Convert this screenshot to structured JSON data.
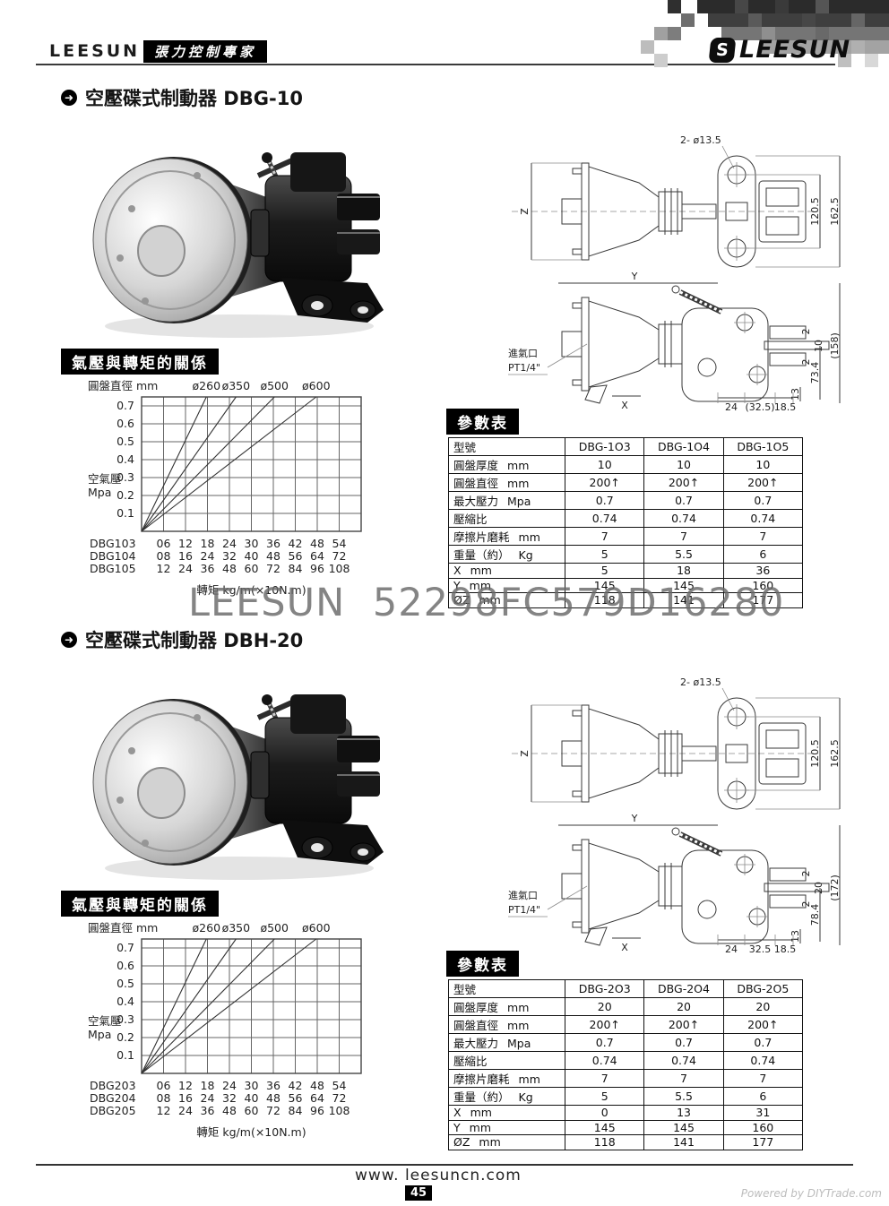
{
  "header": {
    "brand": "LEESUN",
    "tagline": "張力控制專家",
    "logo_icon": "S",
    "logo_text": "LEESUN"
  },
  "watermark": {
    "text": "LEESUN  52298FC579D16280"
  },
  "colors": {
    "ink": "#000000",
    "label_bg": "#000000",
    "label_fg": "#ffffff",
    "watermark": "#696969",
    "powered": "#bcbcbc"
  },
  "sections": [
    {
      "title": "空壓碟式制動器 DBG-10",
      "relation_label": "氣壓與轉矩的關係",
      "param_label": "參數表",
      "drawing": {
        "hole": "2- ø13.5",
        "z": "Z",
        "y": "Y",
        "x": "X",
        "pitch": "120.5",
        "height": "162.5",
        "inlet_line1": "進氣口",
        "inlet_line2": "PT1/4\"",
        "pad1": "2",
        "disc": "10",
        "pad2": "2",
        "overall": "(158)",
        "center_h": "73.4",
        "foot": "13",
        "b1": "24",
        "b2": "(32.5)",
        "b3": "18.5"
      },
      "table": {
        "model_header": "型號",
        "models": [
          "DBG-1O3",
          "DBG-1O4",
          "DBG-1O5"
        ],
        "rows": [
          {
            "label": "圓盤厚度",
            "unit": "mm",
            "values": [
              "10",
              "10",
              "10"
            ]
          },
          {
            "label": "圓盤直徑",
            "unit": "mm",
            "values": [
              "200↑",
              "200↑",
              "200↑"
            ]
          },
          {
            "label": "最大壓力",
            "unit": "Mpa",
            "values": [
              "0.7",
              "0.7",
              "0.7"
            ]
          },
          {
            "label": "壓縮比",
            "unit": "",
            "values": [
              "0.74",
              "0.74",
              "0.74"
            ]
          },
          {
            "label": "摩擦片磨耗",
            "unit": "mm",
            "values": [
              "7",
              "7",
              "7"
            ]
          },
          {
            "label": "重量（約）",
            "unit": "Kg",
            "values": [
              "5",
              "5.5",
              "6"
            ]
          },
          {
            "label": "X",
            "unit": "mm",
            "values": [
              "5",
              "18",
              "36"
            ]
          },
          {
            "label": "Y",
            "unit": "mm",
            "values": [
              "145",
              "145",
              "160"
            ]
          },
          {
            "label": "ØZ",
            "unit": "mm",
            "values": [
              "118",
              "141",
              "177"
            ]
          }
        ]
      }
    },
    {
      "title": "空壓碟式制動器 DBH-20",
      "relation_label": "氣壓與轉矩的關係",
      "param_label": "參數表",
      "drawing": {
        "hole": "2- ø13.5",
        "z": "Z",
        "y": "Y",
        "x": "X",
        "pitch": "120.5",
        "height": "162.5",
        "inlet_line1": "進氣口",
        "inlet_line2": "PT1/4\"",
        "pad1": "2",
        "disc": "20",
        "pad2": "2",
        "overall": "(172)",
        "center_h": "78.4",
        "foot": "13",
        "b1": "24",
        "b2": "32.5",
        "b3": "18.5"
      },
      "table": {
        "model_header": "型號",
        "models": [
          "DBG-2O3",
          "DBG-2O4",
          "DBG-2O5"
        ],
        "rows": [
          {
            "label": "圓盤厚度",
            "unit": "mm",
            "values": [
              "20",
              "20",
              "20"
            ]
          },
          {
            "label": "圓盤直徑",
            "unit": "mm",
            "values": [
              "200↑",
              "200↑",
              "200↑"
            ]
          },
          {
            "label": "最大壓力",
            "unit": "Mpa",
            "values": [
              "0.7",
              "0.7",
              "0.7"
            ]
          },
          {
            "label": "壓縮比",
            "unit": "",
            "values": [
              "0.74",
              "0.74",
              "0.74"
            ]
          },
          {
            "label": "摩擦片磨耗",
            "unit": "mm",
            "values": [
              "7",
              "7",
              "7"
            ]
          },
          {
            "label": "重量（約）",
            "unit": "Kg",
            "values": [
              "5",
              "5.5",
              "6"
            ]
          },
          {
            "label": "X",
            "unit": "mm",
            "values": [
              "0",
              "13",
              "31"
            ]
          },
          {
            "label": "Y",
            "unit": "mm",
            "values": [
              "145",
              "145",
              "160"
            ]
          },
          {
            "label": "ØZ",
            "unit": "mm",
            "values": [
              "118",
              "141",
              "177"
            ]
          }
        ]
      }
    }
  ],
  "chart_data": [
    {
      "type": "line",
      "title": "氣壓與轉矩的關係 (DBG-10)",
      "top_axis_label": "圓盤直徑  mm",
      "ylabel_lines": [
        "空氣壓",
        "Mpa"
      ],
      "xlabel": "轉矩  kg/m(×10N.m)",
      "ylim": [
        0,
        0.75
      ],
      "y_ticks": [
        0.1,
        0.2,
        0.3,
        0.4,
        0.5,
        0.6,
        0.7
      ],
      "x_columns": 10,
      "grid": true,
      "x_note": "x in grid-column units; torque per column given by model scale rows below",
      "series": [
        {
          "name": "ø260",
          "points": [
            [
              0,
              0
            ],
            [
              2.95,
              0.75
            ]
          ]
        },
        {
          "name": "ø350",
          "points": [
            [
              0,
              0
            ],
            [
              4.3,
              0.75
            ]
          ]
        },
        {
          "name": "ø500",
          "points": [
            [
              0,
              0
            ],
            [
              6.05,
              0.75
            ]
          ]
        },
        {
          "name": "ø600",
          "points": [
            [
              0,
              0
            ],
            [
              7.95,
              0.75
            ]
          ]
        }
      ],
      "x_scale_rows": [
        {
          "model": "DBG103",
          "values": [
            "06",
            "12",
            "18",
            "24",
            "30",
            "36",
            "42",
            "48",
            "54"
          ]
        },
        {
          "model": "DBG104",
          "values": [
            "08",
            "16",
            "24",
            "32",
            "40",
            "48",
            "56",
            "64",
            "72"
          ]
        },
        {
          "model": "DBG105",
          "values": [
            "12",
            "24",
            "36",
            "48",
            "60",
            "72",
            "84",
            "96",
            "108"
          ]
        }
      ]
    },
    {
      "type": "line",
      "title": "氣壓與轉矩的關係 (DBH-20)",
      "top_axis_label": "圓盤直徑  mm",
      "ylabel_lines": [
        "空氣壓",
        "Mpa"
      ],
      "xlabel": "轉矩  kg/m(×10N.m)",
      "ylim": [
        0,
        0.75
      ],
      "y_ticks": [
        0.1,
        0.2,
        0.3,
        0.4,
        0.5,
        0.6,
        0.7
      ],
      "x_columns": 10,
      "grid": true,
      "x_note": "x in grid-column units; torque per column given by model scale rows below",
      "series": [
        {
          "name": "ø260",
          "points": [
            [
              0,
              0
            ],
            [
              2.95,
              0.75
            ]
          ]
        },
        {
          "name": "ø350",
          "points": [
            [
              0,
              0
            ],
            [
              4.3,
              0.75
            ]
          ]
        },
        {
          "name": "ø500",
          "points": [
            [
              0,
              0
            ],
            [
              6.05,
              0.75
            ]
          ]
        },
        {
          "name": "ø600",
          "points": [
            [
              0,
              0
            ],
            [
              7.95,
              0.75
            ]
          ]
        }
      ],
      "x_scale_rows": [
        {
          "model": "DBG203",
          "values": [
            "06",
            "12",
            "18",
            "24",
            "30",
            "36",
            "42",
            "48",
            "54"
          ]
        },
        {
          "model": "DBG204",
          "values": [
            "08",
            "16",
            "24",
            "32",
            "40",
            "48",
            "56",
            "64",
            "72"
          ]
        },
        {
          "model": "DBG205",
          "values": [
            "12",
            "24",
            "36",
            "48",
            "60",
            "72",
            "84",
            "96",
            "108"
          ]
        }
      ]
    }
  ],
  "footer": {
    "url": "www. leesuncn.com",
    "page": "45",
    "powered": "Powered by DIYTrade.com"
  }
}
